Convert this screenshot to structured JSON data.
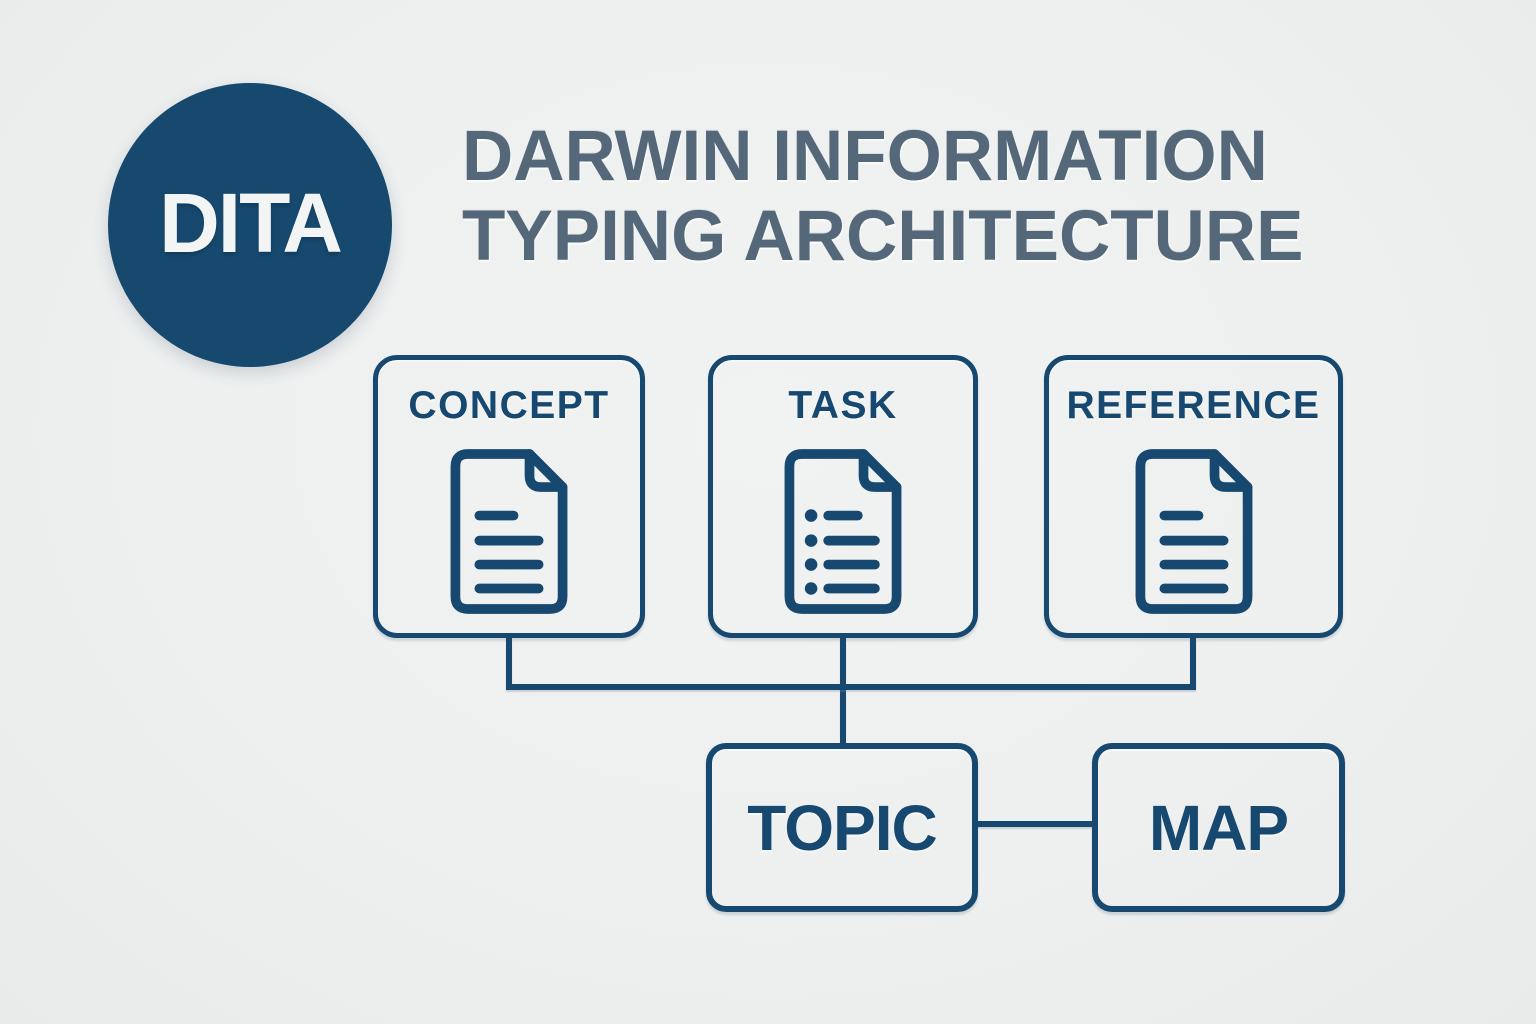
{
  "logo": {
    "text": "DITA"
  },
  "title": {
    "line1": "DARWIN INFORMATION",
    "line2": "TYPING ARCHITECTURE"
  },
  "nodes": {
    "concept": {
      "label": "CONCEPT",
      "icon": "document-icon"
    },
    "task": {
      "label": "TASK",
      "icon": "task-list-icon"
    },
    "reference": {
      "label": "REFERENCE",
      "icon": "document-icon"
    },
    "topic": {
      "label": "TOPIC"
    },
    "map": {
      "label": "MAP"
    }
  },
  "edges": [
    {
      "from": "concept",
      "to": "topic"
    },
    {
      "from": "task",
      "to": "topic"
    },
    {
      "from": "reference",
      "to": "topic"
    },
    {
      "from": "topic",
      "to": "map"
    }
  ],
  "colors": {
    "navy": "#17486F",
    "title_slate": "#546879",
    "background": "#EEF0F0",
    "logo_text": "#F3F5F5"
  }
}
